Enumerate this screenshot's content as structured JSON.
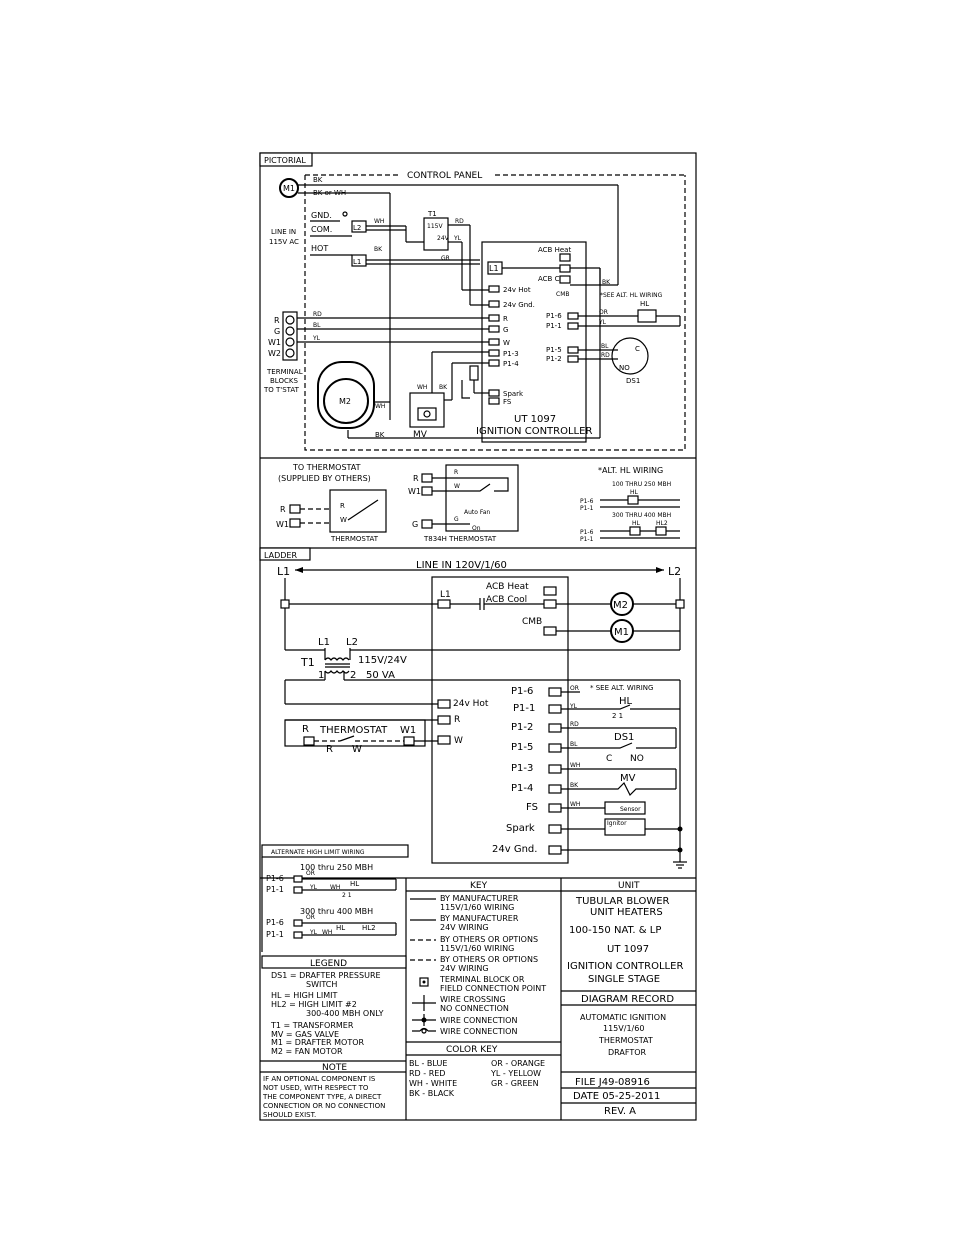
{
  "pictorial": {
    "tab": "PICTORIAL",
    "control_panel": "CONTROL PANEL",
    "bk": "BK",
    "bk_or_wh": "BK or WH",
    "m1": "M1",
    "m2": "M2",
    "gnd": "GND.",
    "com": "COM.",
    "hot": "HOT",
    "line_in": "LINE IN",
    "voltage": "115V AC",
    "wh": "WH",
    "rd": "RD",
    "yl": "YL",
    "gr": "GR",
    "bl": "BL",
    "or": "OR",
    "t1": "T1",
    "v115": "115V",
    "v24": "24V",
    "l1": "L1",
    "l2": "L2",
    "acb_heat": "ACB Heat",
    "acb_cool": "ACB Cool",
    "cmb": "CMB",
    "hot24": "24v Hot",
    "gnd24": "24v Gnd.",
    "r": "R",
    "g": "G",
    "w": "W",
    "w1": "W1",
    "w2": "W2",
    "p13": "P1-3",
    "p14": "P1-4",
    "p16": "P1-6",
    "p11": "P1-1",
    "p15": "P1-5",
    "p12": "P1-2",
    "spark": "Spark",
    "fs": "FS",
    "see_alt": "*SEE ALT. HL WIRING",
    "hl": "HL",
    "c": "C",
    "no": "NO",
    "ds1": "DS1",
    "terminal_blocks": "TERMINAL",
    "terminal_blocks2": "BLOCKS",
    "terminal_blocks3": "TO T'STAT",
    "ut": "UT 1097",
    "ignition_controller": "IGNITION CONTROLLER",
    "mv": "MV",
    "to_thermostat": "TO THERMOSTAT",
    "supplied": "(SUPPLIED BY OTHERS)",
    "thermostat": "THERMOSTAT",
    "t834h": "T834H THERMOSTAT",
    "auto_fan": "Auto Fan",
    "on": "On",
    "alt_hl_wiring": "*ALT. HL WIRING",
    "range1": "100 THRU 250 MBH",
    "range2": "300 THRU 400 MBH",
    "hl2": "HL2"
  },
  "ladder": {
    "tab": "LADDER",
    "l1": "L1",
    "l2": "L2",
    "line_in": "LINE IN 120V/1/60",
    "acb_heat": "ACB Heat",
    "acb_cool": "ACB Cool",
    "cmb": "CMB",
    "m1": "M1",
    "m2": "M2",
    "t1": "T1",
    "one": "1",
    "two": "2",
    "tx_rating": "115V/24V",
    "va": "50 VA",
    "hot24": "24v Hot",
    "r": "R",
    "w": "W",
    "w1": "W1",
    "thermostat": "THERMOSTAT",
    "p16": "P1-6",
    "p11": "P1-1",
    "p12": "P1-2",
    "p15": "P1-5",
    "p13": "P1-3",
    "p14": "P1-4",
    "fs": "FS",
    "spark": "Spark",
    "gnd24": "24v Gnd.",
    "or": "OR",
    "yl": "YL",
    "rd": "RD",
    "bl": "BL",
    "wh": "WH",
    "bk": "BK",
    "see_alt": "* SEE ALT. WIRING",
    "hl": "HL",
    "hl_pins": "2 1",
    "ds1": "DS1",
    "c": "C",
    "no": "NO",
    "mv": "MV",
    "sensor": "Sensor",
    "ignitor": "Ignitor"
  },
  "alt_hl": {
    "title": "ALTERNATE HIGH LIMIT WIRING",
    "range1": "100 thru 250 MBH",
    "range2": "300 thru 400 MBH",
    "p16": "P1-6",
    "p11": "P1-1",
    "or": "OR",
    "yl": "YL",
    "wh": "WH",
    "hl": "HL",
    "hl2": "HL2",
    "pins": "2 1"
  },
  "legend": {
    "title": "LEGEND",
    "lines": [
      "DS1 = DRAFTER PRESSURE",
      "SWITCH",
      "HL = HIGH LIMIT",
      "HL2 = HIGH LIMIT #2",
      "300-400 MBH ONLY",
      "T1 = TRANSFORMER",
      "MV = GAS VALVE",
      "M1 = DRAFTER MOTOR",
      "M2 = FAN MOTOR"
    ]
  },
  "note": {
    "title": "NOTE",
    "lines": [
      "IF AN OPTIONAL COMPONENT IS",
      "NOT USED, WITH RESPECT TO",
      "THE COMPONENT TYPE, A DIRECT",
      "CONNECTION OR NO CONNECTION",
      "SHOULD EXIST."
    ]
  },
  "key": {
    "title": "KEY",
    "items": [
      [
        "BY MANUFACTURER",
        "115V/1/60 WIRING"
      ],
      [
        "BY MANUFACTURER",
        "24V WIRING"
      ],
      [
        "BY OTHERS OR OPTIONS",
        "115V/1/60 WIRING"
      ],
      [
        "BY OTHERS OR OPTIONS",
        "24V WIRING"
      ],
      [
        "TERMINAL BLOCK OR",
        "FIELD CONNECTION POINT"
      ],
      [
        "WIRE CROSSING",
        "NO CONNECTION"
      ],
      [
        "WIRE CONNECTION",
        ""
      ],
      [
        "WIRE CONNECTION",
        ""
      ]
    ]
  },
  "color_key": {
    "title": "COLOR KEY",
    "left": [
      "BL - BLUE",
      "RD - RED",
      "WH - WHITE",
      "BK - BLACK"
    ],
    "right": [
      "OR - ORANGE",
      "YL - YELLOW",
      "GR - GREEN"
    ]
  },
  "unit": {
    "title": "UNIT",
    "lines": [
      "TUBULAR BLOWER",
      "UNIT HEATERS",
      "100-150 NAT. & LP",
      "UT 1097",
      "IGNITION CONTROLLER",
      "SINGLE STAGE"
    ],
    "diagram_record": "DIAGRAM RECORD",
    "record_lines": [
      "AUTOMATIC    IGNITION",
      "115V/1/60",
      "THERMOSTAT",
      "DRAFTOR"
    ],
    "file": "FILE  J49-08916",
    "date": "DATE  05-25-2011",
    "rev": "REV. A"
  }
}
